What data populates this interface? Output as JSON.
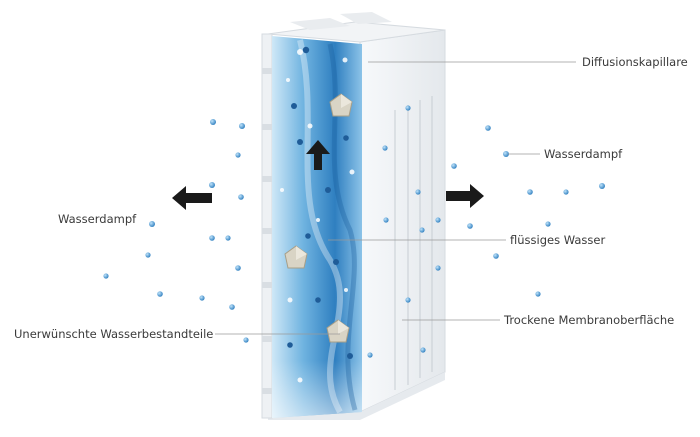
{
  "labels": {
    "diffusionskapillare": "Diffusionskapillare",
    "wasserdampf_right": "Wasserdampf",
    "wasserdampf_left": "Wasserdampf",
    "fluessiges_wasser": "flüssiges Wasser",
    "unerwuenschte": "Unerwünschte Wasserbestandteile",
    "trockene_membran": "Trockene Membranoberfläche"
  },
  "colors": {
    "water_dark": "#1f6fb2",
    "water_light": "#bfe0f5",
    "membrane": "#eef1f4",
    "leader_line": "#9a9a9a",
    "arrow": "#1a1a1a",
    "vapor_dot": "#4a90c8",
    "particle": "#d9d4c5"
  },
  "icons": [
    "arrow-up-icon",
    "arrow-left-icon",
    "arrow-right-icon"
  ]
}
